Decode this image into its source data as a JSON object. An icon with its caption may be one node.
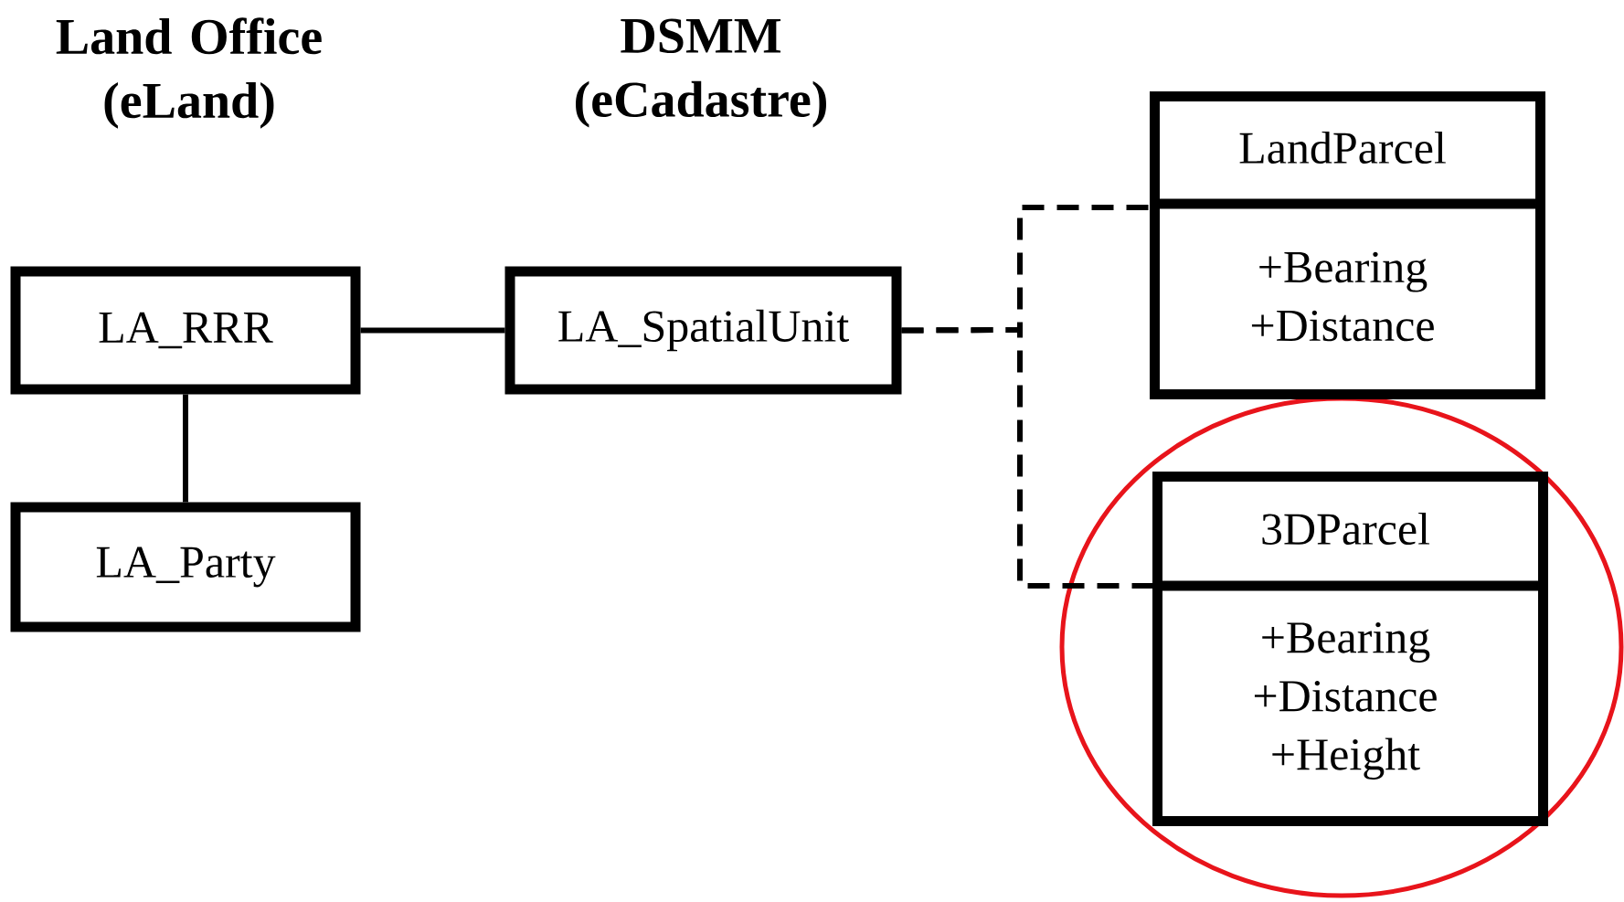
{
  "diagram": {
    "nodes": [
      {
        "text": [
          "LA_RRR"
        ]
      },
      {
        "text": [
          "LA_SpatialUnit"
        ]
      },
      {
        "text": [
          "LA_Party"
        ]
      },
      {
        "text": [
          "LandParcel",
          "+Bearing +Distance"
        ]
      },
      {
        "text": [
          "3DParcel",
          "+Bearing +Distance +Height"
        ]
      }
    ],
    "edges": [
      {
        "from": 0,
        "to": 1,
        "arrow": "none"
      },
      {
        "from": 0,
        "to": 2,
        "arrow": "none"
      },
      {
        "from": 1,
        "to": 3,
        "arrow": "none",
        "style": "dashed"
      },
      {
        "from": 1,
        "to": 4,
        "arrow": "none",
        "style": "dashed"
      }
    ],
    "labels": [
      "Land Office (eLand)",
      "DSMM (eCadastre)"
    ]
  }
}
